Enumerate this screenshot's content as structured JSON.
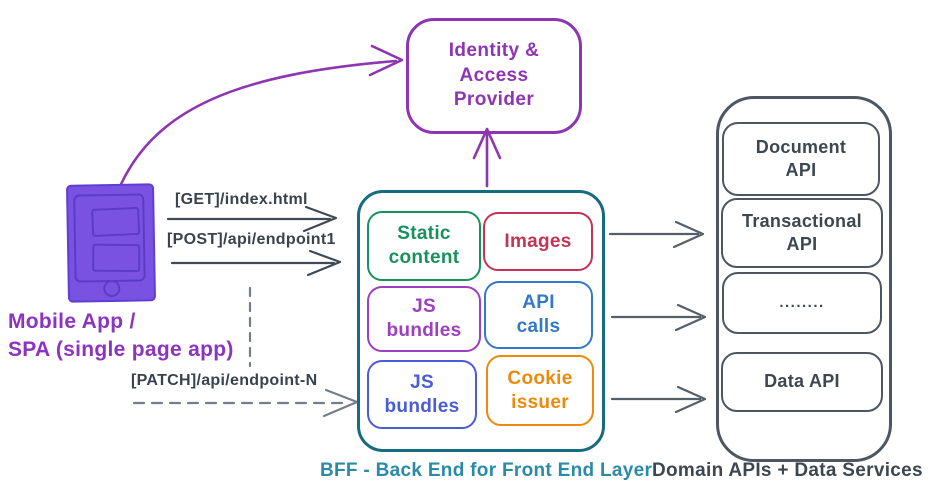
{
  "colors": {
    "purple": "#8e35b2",
    "ink": "#3f4a54",
    "dash_gray": "#747e88",
    "arrow_gray": "#555f68",
    "teal": "#166b7e"
  },
  "identity_provider": {
    "label": "Identity &\nAccess\nProvider"
  },
  "client": {
    "label": "Mobile App /\nSPA (single page app)"
  },
  "requests": [
    {
      "label": "[GET]/index.html",
      "style": "solid"
    },
    {
      "label": "[POST]/api/endpoint1",
      "style": "solid"
    },
    {
      "label": "[PATCH]/api/endpoint-N",
      "style": "dashed"
    }
  ],
  "bff": {
    "caption": "BFF - Back End for Front End Layer",
    "cells": [
      {
        "label": "Static\ncontent",
        "color": "#18925c"
      },
      {
        "label": "Images",
        "color": "#c43356"
      },
      {
        "label": "JS\nbundles",
        "color": "#9c3fc0"
      },
      {
        "label": "API\ncalls",
        "color": "#3478c8"
      },
      {
        "label": "JS\nbundles",
        "color": "#4a5cd8"
      },
      {
        "label": "Cookie\nissuer",
        "color": "#ec8a0e"
      }
    ]
  },
  "domain": {
    "caption": "Domain APIs + Data Services",
    "services": [
      {
        "label": "Document\nAPI"
      },
      {
        "label": "Transactional\nAPI"
      },
      {
        "label": "........"
      },
      {
        "label": "Data API"
      }
    ]
  }
}
